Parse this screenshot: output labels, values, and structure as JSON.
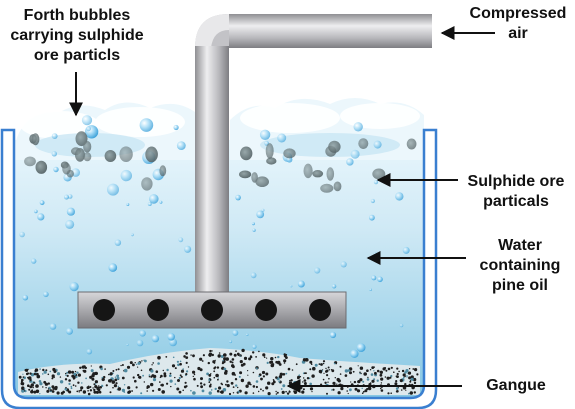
{
  "labels": {
    "froth": [
      "Forth bubbles",
      "carrying sulphide",
      "ore particls"
    ],
    "compressed_air": [
      "Compressed",
      "air"
    ],
    "sulphide_ore": [
      "Sulphide ore",
      "particals"
    ],
    "water": [
      "Water",
      "containing",
      "pine oil"
    ],
    "gangue": [
      "Gangue"
    ]
  },
  "colors": {
    "tank_outline": "#3a7fd0",
    "water_top": "#dff1fa",
    "water_bottom": "#8ecbe6",
    "pipe_light": "#e4e4e6",
    "pipe_dark": "#8c8c90",
    "bubble": "#4fb3e8",
    "ore_particle": "#5a6a6e",
    "gangue": "#222222",
    "arrow": "#111111"
  }
}
